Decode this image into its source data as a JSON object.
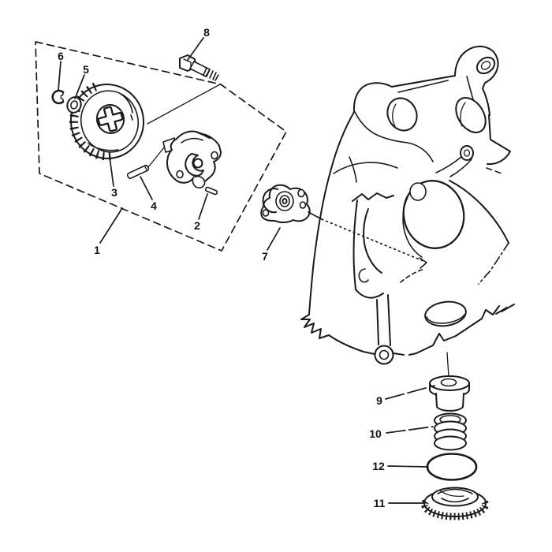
{
  "diagram": {
    "description_colors": {
      "line": "#1a1a1a",
      "background": "#ffffff",
      "label_text": "#111111"
    },
    "callouts": [
      {
        "id": "1",
        "text": "1"
      },
      {
        "id": "2",
        "text": "2"
      },
      {
        "id": "3",
        "text": "3"
      },
      {
        "id": "4",
        "text": "4"
      },
      {
        "id": "5",
        "text": "5"
      },
      {
        "id": "6",
        "text": "6"
      },
      {
        "id": "7",
        "text": "7"
      },
      {
        "id": "8",
        "text": "8"
      },
      {
        "id": "9",
        "text": "9"
      },
      {
        "id": "10",
        "text": "10"
      },
      {
        "id": "11",
        "text": "11"
      },
      {
        "id": "12",
        "text": "12"
      }
    ]
  }
}
